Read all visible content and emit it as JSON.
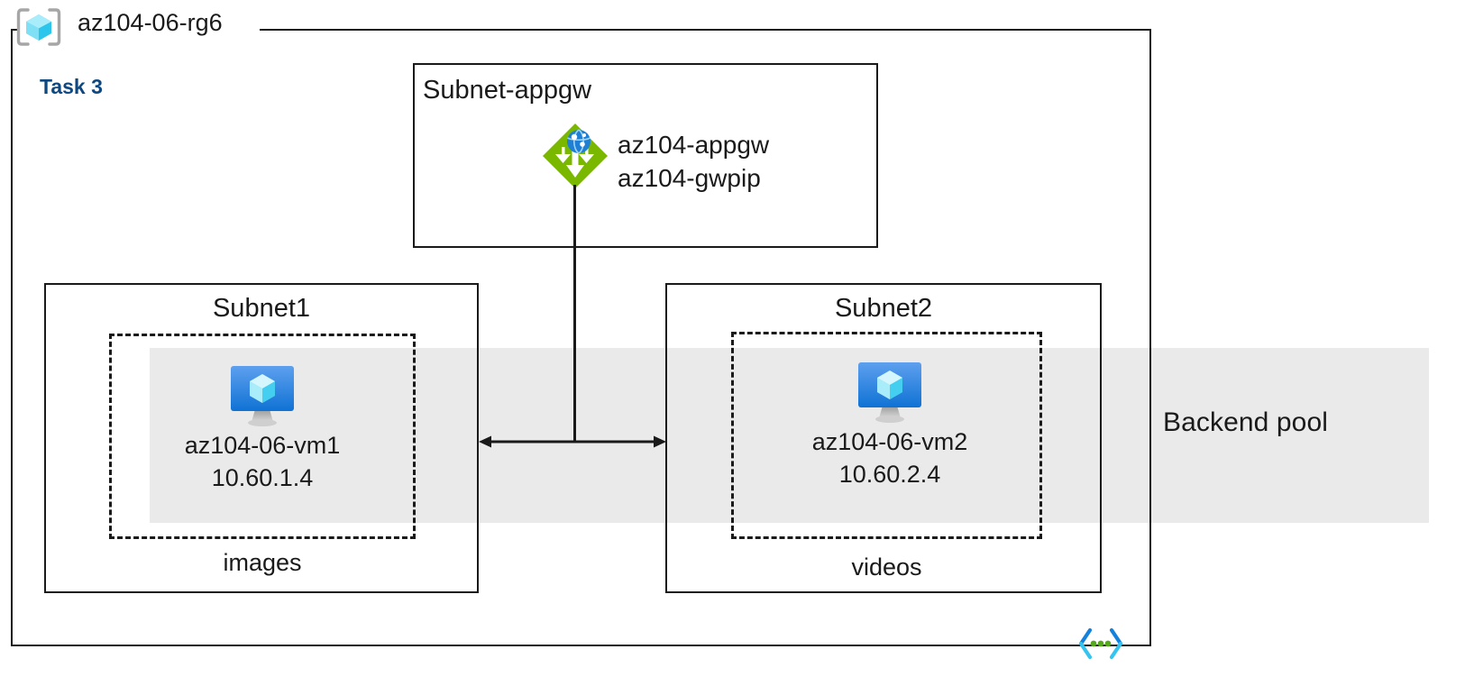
{
  "diagram": {
    "resource_group": {
      "name": "az104-06-rg6",
      "icon": "resource-group-icon"
    },
    "task_label": "Task 3",
    "backend_pool": {
      "label": "Backend pool",
      "band_color": "#eaeaea"
    },
    "vnet_icon": "virtual-network-icon",
    "subnets": [
      {
        "id": "subnet-appgw",
        "title": "Subnet-appgw",
        "title_align": "left",
        "nodes": [
          {
            "icon": "application-gateway-icon",
            "labels": [
              "az104-appgw",
              "az104-gwpip"
            ]
          }
        ]
      },
      {
        "id": "subnet1",
        "title": "Subnet1",
        "title_align": "center",
        "caption": "images",
        "nodes": [
          {
            "icon": "virtual-machine-icon",
            "name": "az104-06-vm1",
            "ip": "10.60.1.4"
          }
        ]
      },
      {
        "id": "subnet2",
        "title": "Subnet2",
        "title_align": "center",
        "caption": "videos",
        "nodes": [
          {
            "icon": "virtual-machine-icon",
            "name": "az104-06-vm2",
            "ip": "10.60.2.4"
          }
        ]
      }
    ],
    "connectors": [
      {
        "id": "appgw-to-subnets",
        "type": "vertical-line"
      },
      {
        "id": "subnet1-subnet2",
        "type": "double-headed-arrow"
      }
    ],
    "colors": {
      "boundary": "#1a1a1a",
      "task_text": "#0f4880",
      "appgw_green": "#7ab800",
      "vm_blue": "#1b86e0",
      "cube_cyan": "#9feaf9",
      "vnet_blue": "#0f8ce0",
      "vnet_cyan": "#32c8f0",
      "vnet_green": "#54a81b"
    }
  }
}
